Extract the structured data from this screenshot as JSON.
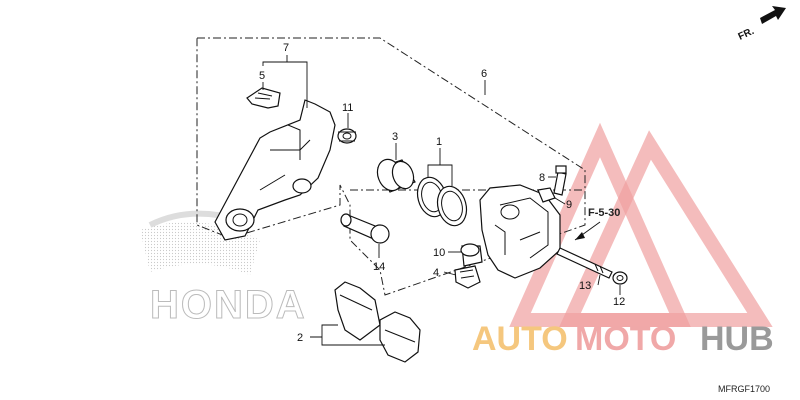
{
  "diagram": {
    "callouts": [
      {
        "id": "c1",
        "label": "1"
      },
      {
        "id": "c2",
        "label": "2"
      },
      {
        "id": "c3",
        "label": "3"
      },
      {
        "id": "c4",
        "label": "4"
      },
      {
        "id": "c5",
        "label": "5"
      },
      {
        "id": "c6",
        "label": "6"
      },
      {
        "id": "c7",
        "label": "7"
      },
      {
        "id": "c8",
        "label": "8"
      },
      {
        "id": "c9",
        "label": "9"
      },
      {
        "id": "c10",
        "label": "10"
      },
      {
        "id": "c11",
        "label": "11"
      },
      {
        "id": "c12",
        "label": "12"
      },
      {
        "id": "c13",
        "label": "13"
      },
      {
        "id": "c14",
        "label": "14"
      }
    ],
    "reference": "F-5-30",
    "direction_label": "FR.",
    "diagram_code": "MFRGF1700",
    "colors": {
      "line": "#111111",
      "watermark_red": "#e86b6b",
      "watermark_orange": "#f5b14a"
    }
  }
}
